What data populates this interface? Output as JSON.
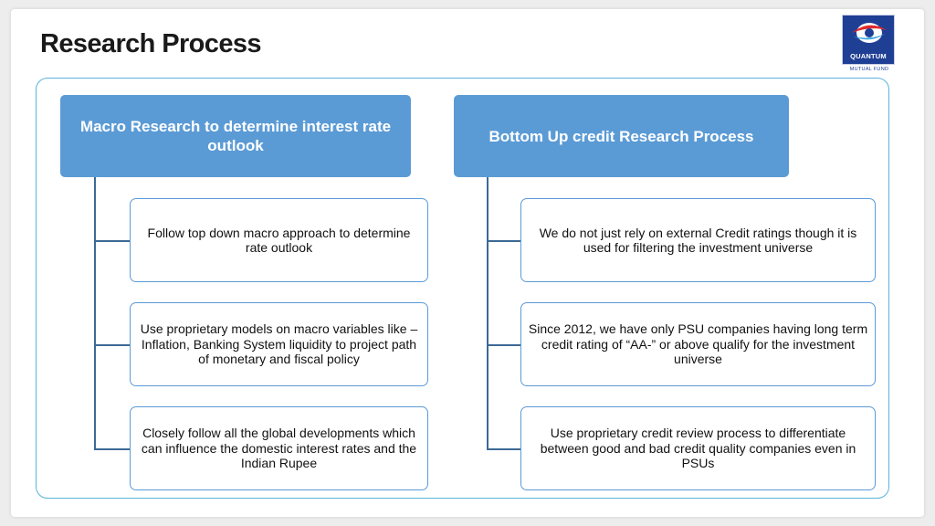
{
  "title": "Research Process",
  "logo": {
    "word": "QUANTUM",
    "sub": "MUTUAL FUND"
  },
  "columns": [
    {
      "heading": "Macro  Research to determine interest rate outlook",
      "items": [
        "Follow top down macro approach to determine rate outlook",
        "Use proprietary models on macro variables like – Inflation, Banking System liquidity to project path of monetary and fiscal policy",
        "Closely follow all the global developments which can influence the domestic interest rates and the Indian Rupee"
      ]
    },
    {
      "heading": "Bottom Up credit Research Process",
      "items": [
        "We do not just rely on external Credit ratings though it is used for filtering the investment universe",
        "Since 2012, we have only PSU companies having long term credit rating of “AA-” or above qualify for the investment universe",
        "Use proprietary credit review process to differentiate between good and bad credit quality companies even in PSUs"
      ]
    }
  ],
  "colors": {
    "heading_fill": "#5b9bd5",
    "box_border": "#5b9bd5",
    "panel_border": "#59b3d9",
    "connector": "#3c6a96",
    "logo_blue": "#1f3f94",
    "logo_red": "#e02a2a"
  }
}
